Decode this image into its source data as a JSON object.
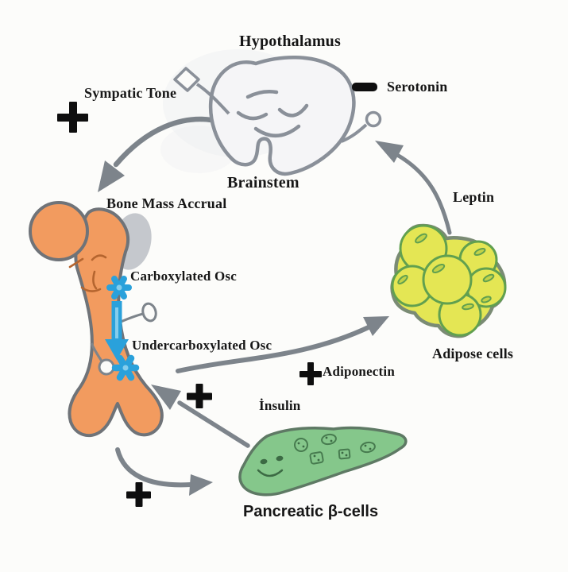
{
  "labels": {
    "hypothalamus": "Hypothalamus",
    "brainstem": "Brainstem",
    "sympatic_tone": "Sympatic Tone",
    "serotonin": "Serotonin",
    "bone_mass_accrual": "Bone Mass Accrual",
    "carboxylated_osc": "Carboxylated Osc",
    "undercarboxylated_osc": "Undercarboxylated Osc",
    "leptin": "Leptin",
    "adipose_cells": "Adipose cells",
    "adiponectin": "Adiponectin",
    "insulin": "İnsulin",
    "pancreatic_beta_cells": "Pancreatic β-cells"
  },
  "symbols": {
    "plus": "+",
    "minus": "−"
  },
  "figures": {
    "brainstem": "smiling gray brainstem/hypothalamus cartoon with arms",
    "bone": "orange femur bone cartoon with blue osteocalcin arrow and stars",
    "adipose": "cluster of yellow-green adipose cells",
    "pancreas": "green pancreas cartoon with islets and smiling face"
  },
  "edges": [
    {
      "from": "Brainstem",
      "to": "Bone",
      "sign": "+",
      "label": "Sympatic Tone",
      "note": "Bone Mass Accrual"
    },
    {
      "on": "Brainstem",
      "sign": "−",
      "label": "Serotonin"
    },
    {
      "from": "Adipose cells",
      "to": "Brainstem",
      "label": "Leptin"
    },
    {
      "from": "Bone",
      "to": "Adipose cells",
      "sign": "+",
      "label": "Adiponectin"
    },
    {
      "from": "Pancreatic β-cells",
      "to": "Bone",
      "sign": "+",
      "label": "İnsulin"
    },
    {
      "from": "Bone",
      "to": "Pancreatic β-cells",
      "sign": "+"
    }
  ],
  "colors": {
    "background": "#FCFCFA",
    "text": "#161616",
    "arrow_gray": "#7D848B",
    "brain_outline": "#8A9099",
    "brain_fill": "#F5F5F7",
    "bone_fill": "#F29B5F",
    "bone_outline": "#6F7378",
    "osc_blue": "#2AA1DB",
    "osc_blue_light": "#85CDEC",
    "adipose_fill": "#E4E654",
    "adipose_outline": "#7A8B74",
    "adipose_cell_line": "#61A04F",
    "pancreas_fill": "#85C78B",
    "pancreas_outline": "#5E7964"
  }
}
